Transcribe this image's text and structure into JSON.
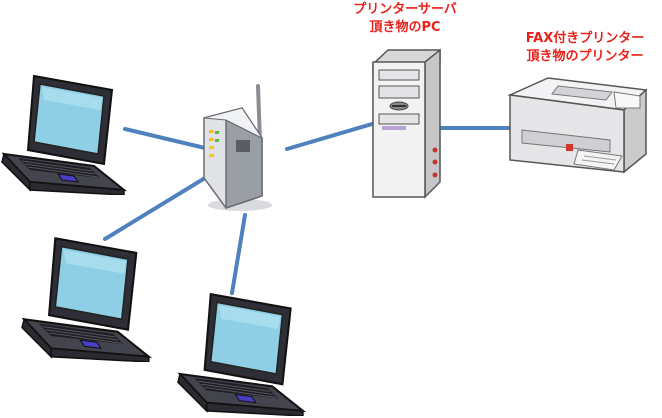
{
  "labels": {
    "server_line1": "プリンターサーバ",
    "server_line2": "頂き物のPC",
    "printer_line1": "FAX付きプリンター",
    "printer_line2": "頂き物のプリンター"
  },
  "colors": {
    "link": "#4f81bd",
    "label": "#e8211a",
    "laptop_body": "#3a3a44",
    "screen": "#8ecfe6",
    "router": "#d4d6da",
    "tower": "#f2f2f2",
    "printer": "#e8e8ea"
  },
  "icons": [
    "laptop-icon",
    "router-icon",
    "tower-pc-icon",
    "printer-icon"
  ]
}
